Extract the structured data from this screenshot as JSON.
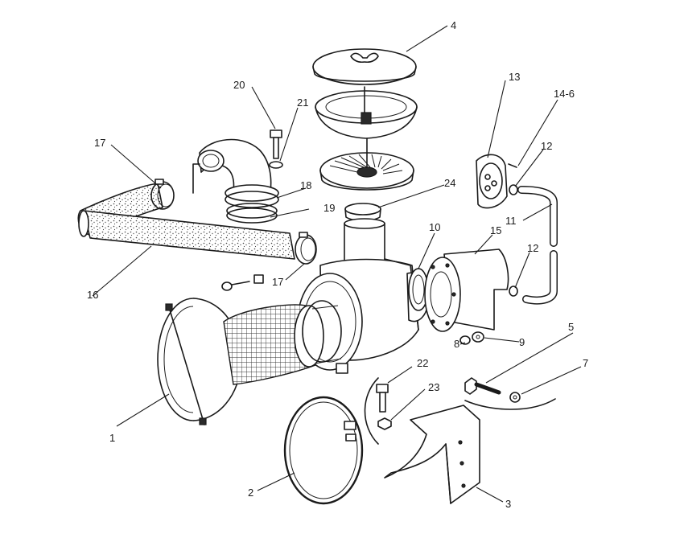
{
  "callouts": [
    {
      "id": "c1",
      "text": "1"
    },
    {
      "id": "c2",
      "text": "2"
    },
    {
      "id": "c3",
      "text": "3"
    },
    {
      "id": "c4",
      "text": "4"
    },
    {
      "id": "c5",
      "text": "5"
    },
    {
      "id": "c7",
      "text": "7"
    },
    {
      "id": "c8",
      "text": "8"
    },
    {
      "id": "c9",
      "text": "9"
    },
    {
      "id": "c10",
      "text": "10"
    },
    {
      "id": "c11",
      "text": "11"
    },
    {
      "id": "c12a",
      "text": "12"
    },
    {
      "id": "c12b",
      "text": "12"
    },
    {
      "id": "c13",
      "text": "13"
    },
    {
      "id": "c14",
      "text": "14-6"
    },
    {
      "id": "c15",
      "text": "15"
    },
    {
      "id": "c16",
      "text": "16"
    },
    {
      "id": "c17a",
      "text": "17"
    },
    {
      "id": "c17b",
      "text": "17"
    },
    {
      "id": "c18",
      "text": "18"
    },
    {
      "id": "c19",
      "text": "19"
    },
    {
      "id": "c20",
      "text": "20"
    },
    {
      "id": "c21",
      "text": "21"
    },
    {
      "id": "c22",
      "text": "22"
    },
    {
      "id": "c23",
      "text": "23"
    },
    {
      "id": "c24",
      "text": "24"
    }
  ]
}
